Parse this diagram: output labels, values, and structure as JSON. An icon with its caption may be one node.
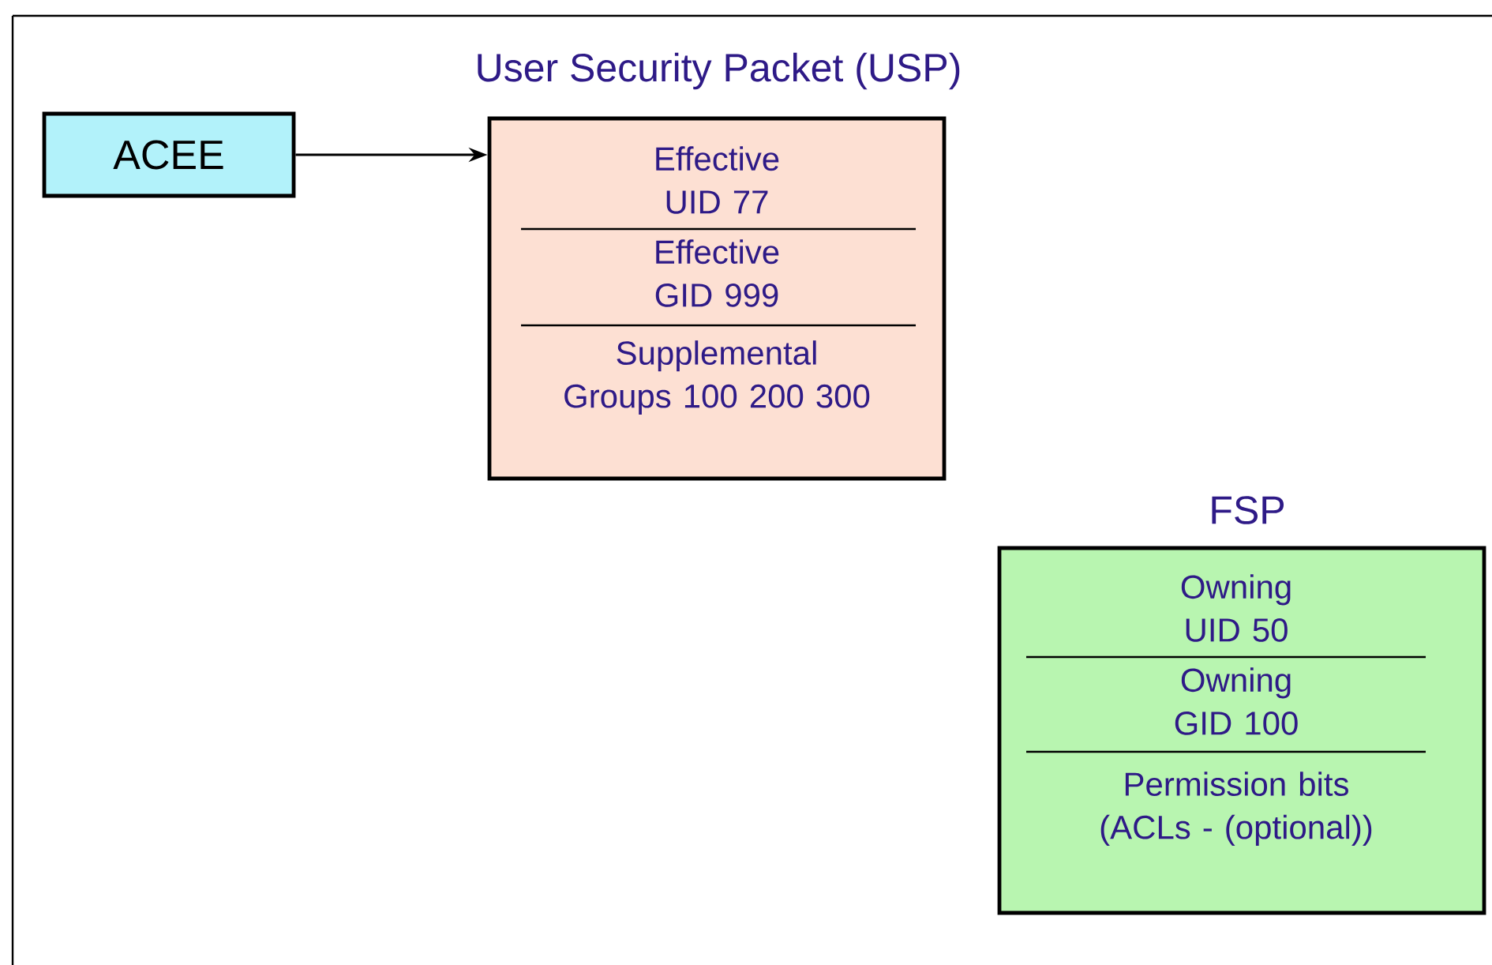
{
  "diagram": {
    "nodes": [
      {
        "text": [
          "ACEE"
        ]
      },
      {
        "text": [
          "User Security Packet (USP)",
          "Effective UID 77",
          "Effective GID 999",
          "Supplemental Groups 100 200 300"
        ]
      },
      {
        "text": [
          "FSP",
          "Owning UID 50",
          "Owning GID 100",
          "Permission bits (ACLs - (optional))"
        ]
      }
    ],
    "edges": [
      {
        "from": 0,
        "to": 1,
        "arrow": "to"
      }
    ]
  }
}
